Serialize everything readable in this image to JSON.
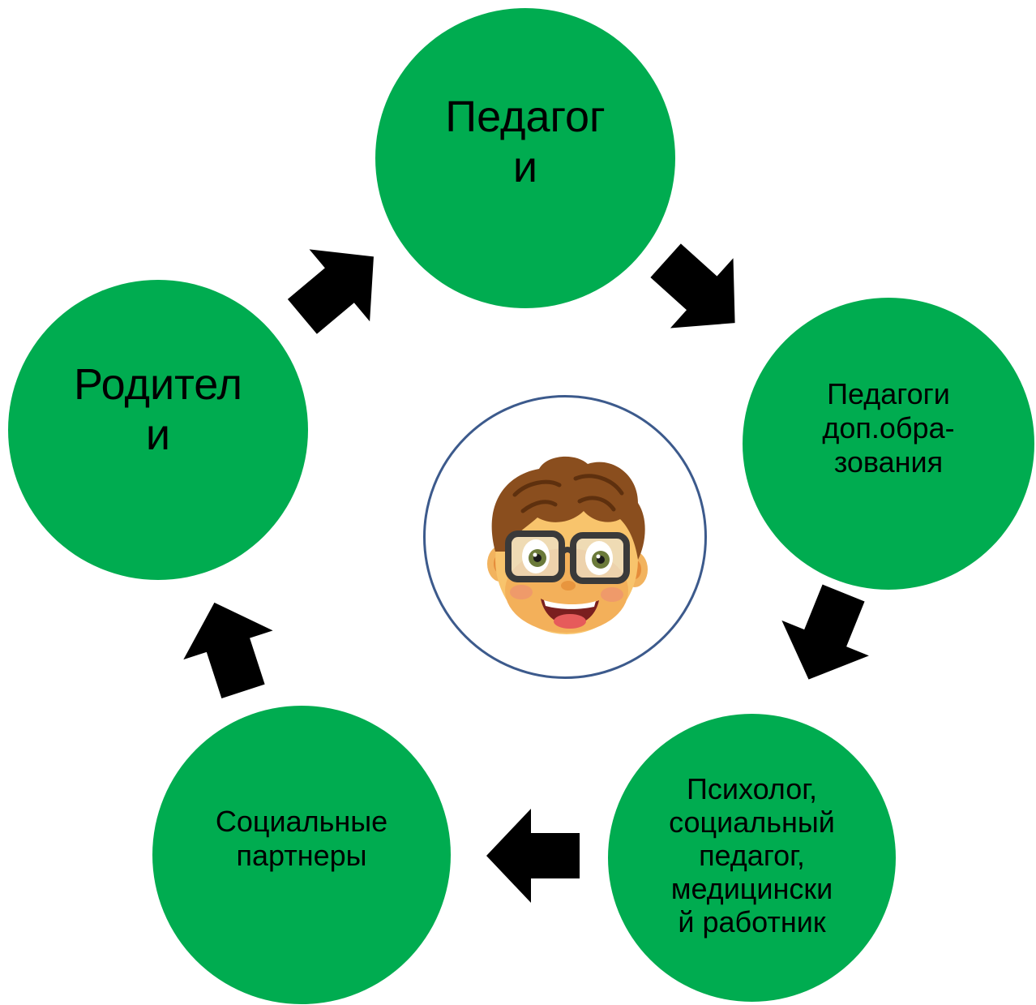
{
  "colors": {
    "node_fill": "#00ac50",
    "arrow_fill": "#000000",
    "center_border": "#3c5a8c"
  },
  "nodes": {
    "pedagogi": {
      "label": "Педагог\nи"
    },
    "dop_obrazovaniya": {
      "label": "Педагоги\nдоп.обра-\nзования"
    },
    "specialists": {
      "label": "Психолог,\nсоциальный\nпедагог,\nмедицински\nй работник"
    },
    "social_partners": {
      "label": "Социальные\nпартнеры"
    },
    "parents": {
      "label": "Родител\nи"
    }
  },
  "center": {
    "icon": "boy-with-glasses-icon"
  }
}
